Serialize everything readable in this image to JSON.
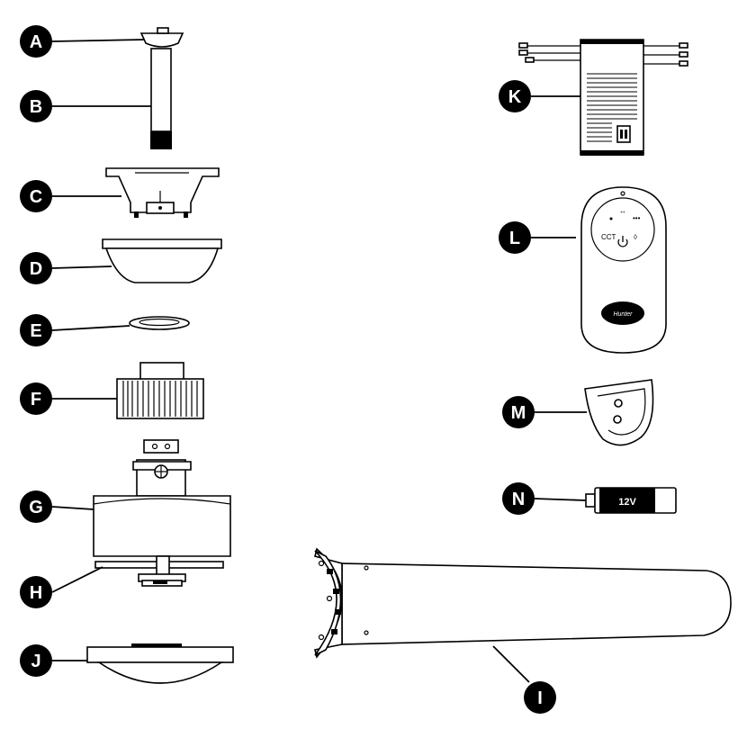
{
  "parts": [
    {
      "id": "A",
      "label": "A"
    },
    {
      "id": "B",
      "label": "B"
    },
    {
      "id": "C",
      "label": "C"
    },
    {
      "id": "D",
      "label": "D"
    },
    {
      "id": "E",
      "label": "E"
    },
    {
      "id": "F",
      "label": "F"
    },
    {
      "id": "G",
      "label": "G"
    },
    {
      "id": "H",
      "label": "H"
    },
    {
      "id": "J",
      "label": "J"
    },
    {
      "id": "K",
      "label": "K"
    },
    {
      "id": "L",
      "label": "L"
    },
    {
      "id": "M",
      "label": "M"
    },
    {
      "id": "N",
      "label": "N"
    },
    {
      "id": "I",
      "label": "I"
    }
  ],
  "remote": {
    "cct_label": "CCT",
    "brand": "Hunter"
  },
  "battery": {
    "voltage": "12V"
  },
  "colors": {
    "ink": "#000000",
    "paper": "#ffffff"
  }
}
